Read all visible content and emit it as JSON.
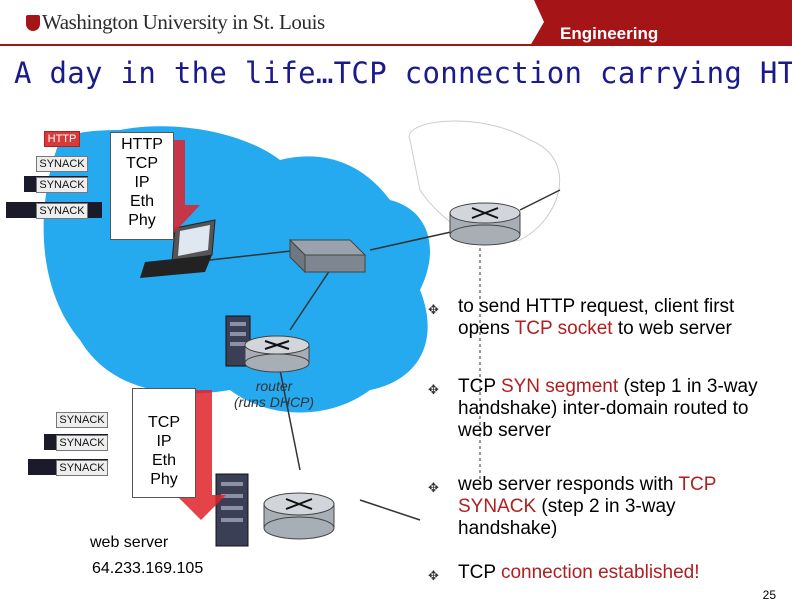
{
  "header": {
    "university": "Washington University in St. Louis",
    "school": "Engineering",
    "brand_color": "#a51417"
  },
  "slide": {
    "title": "A day in the life…TCP connection carrying HTTP",
    "page_number": "25"
  },
  "client_stack": {
    "layers": [
      "HTTP",
      "TCP",
      "IP",
      "Eth",
      "Phy"
    ],
    "packets": [
      "HTTP",
      "SYNACK",
      "SYNACK",
      "SYNACK"
    ]
  },
  "server_stack": {
    "layers": [
      "TCP",
      "IP",
      "Eth",
      "Phy"
    ],
    "packets": [
      "SYNACK",
      "SYNACK",
      "SYNACK"
    ]
  },
  "network": {
    "router_label_1": "router",
    "router_label_2": "(runs DHCP)",
    "web_server_label": "web server",
    "web_server_ip": "64.233.169.105"
  },
  "bullets": [
    {
      "pre": "to send HTTP request, client first opens ",
      "hl": "TCP socket",
      "post": " to web server"
    },
    {
      "pre": "TCP ",
      "hl": "SYN segment",
      "post": " (step 1 in 3-way handshake) inter-domain routed to web server"
    },
    {
      "pre": "web server responds with ",
      "hl": "TCP SYNACK",
      "post": " (step 2 in 3-way handshake)"
    },
    {
      "pre": "TCP ",
      "hl": "connection established!",
      "post": ""
    }
  ],
  "colors": {
    "title": "#1a1a8c",
    "network_cloud": "#25a9ef",
    "highlight": "#b01f1f",
    "arrow": "#e0222a"
  },
  "icons": [
    "laptop-icon",
    "switch-icon",
    "router-icon",
    "server-icon",
    "bullet-icon"
  ]
}
